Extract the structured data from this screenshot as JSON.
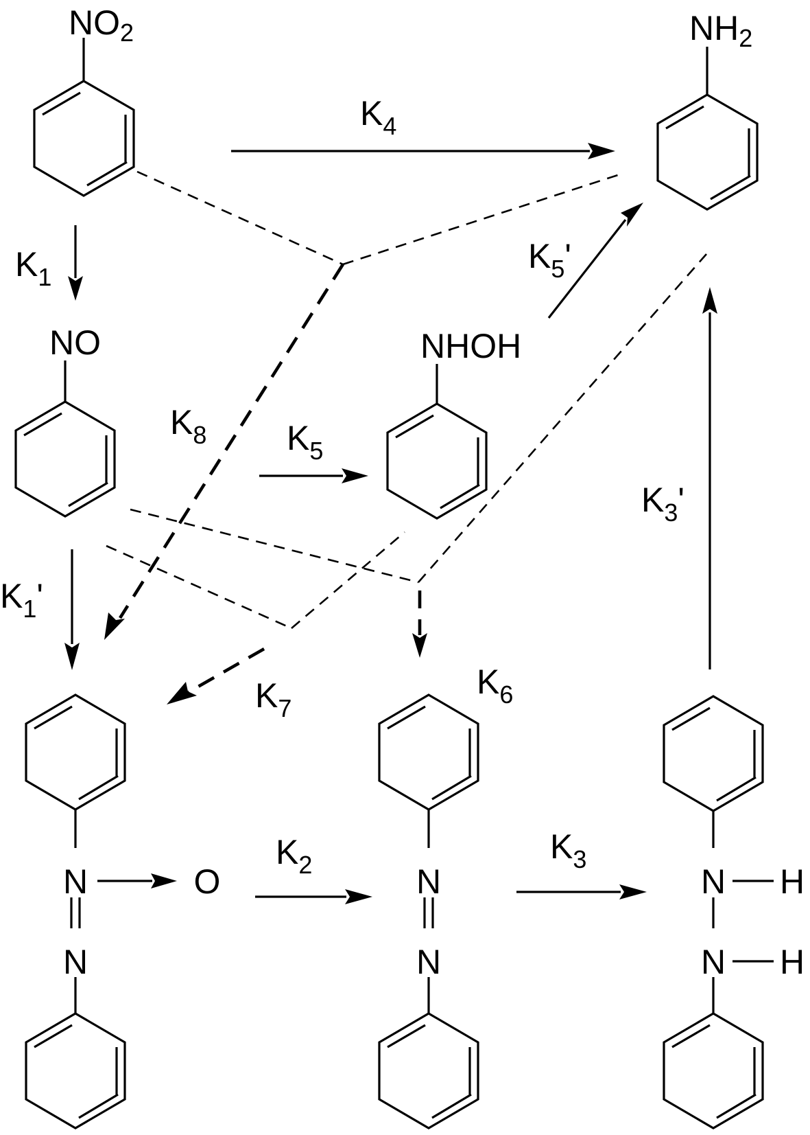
{
  "molecules": {
    "nitrobenzene": {
      "group": "NO",
      "group_sub": "2"
    },
    "aniline": {
      "group": "NH",
      "group_sub": "2"
    },
    "nitrosobenzene": {
      "group": "NO"
    },
    "phenylhydroxylamine": {
      "group": "NHOH"
    },
    "azoxybenzene": {
      "n_top": "N",
      "n_bottom": "N",
      "oxygen": "O"
    },
    "azobenzene": {
      "n_top": "N",
      "n_bottom": "N"
    },
    "hydrazobenzene": {
      "n_top": "N",
      "n_bottom": "N",
      "h_top": "H",
      "h_bottom": "H"
    }
  },
  "rate_constants": {
    "k1": {
      "base": "K",
      "sub": "1",
      "prime": ""
    },
    "k1p": {
      "base": "K",
      "sub": "1",
      "prime": "'"
    },
    "k2": {
      "base": "K",
      "sub": "2",
      "prime": ""
    },
    "k3": {
      "base": "K",
      "sub": "3",
      "prime": ""
    },
    "k3p": {
      "base": "K",
      "sub": "3",
      "prime": "'"
    },
    "k4": {
      "base": "K",
      "sub": "4",
      "prime": ""
    },
    "k5": {
      "base": "K",
      "sub": "5",
      "prime": ""
    },
    "k5p": {
      "base": "K",
      "sub": "5",
      "prime": "'"
    },
    "k6": {
      "base": "K",
      "sub": "6",
      "prime": ""
    },
    "k7": {
      "base": "K",
      "sub": "7",
      "prime": ""
    },
    "k8": {
      "base": "K",
      "sub": "8",
      "prime": ""
    }
  }
}
